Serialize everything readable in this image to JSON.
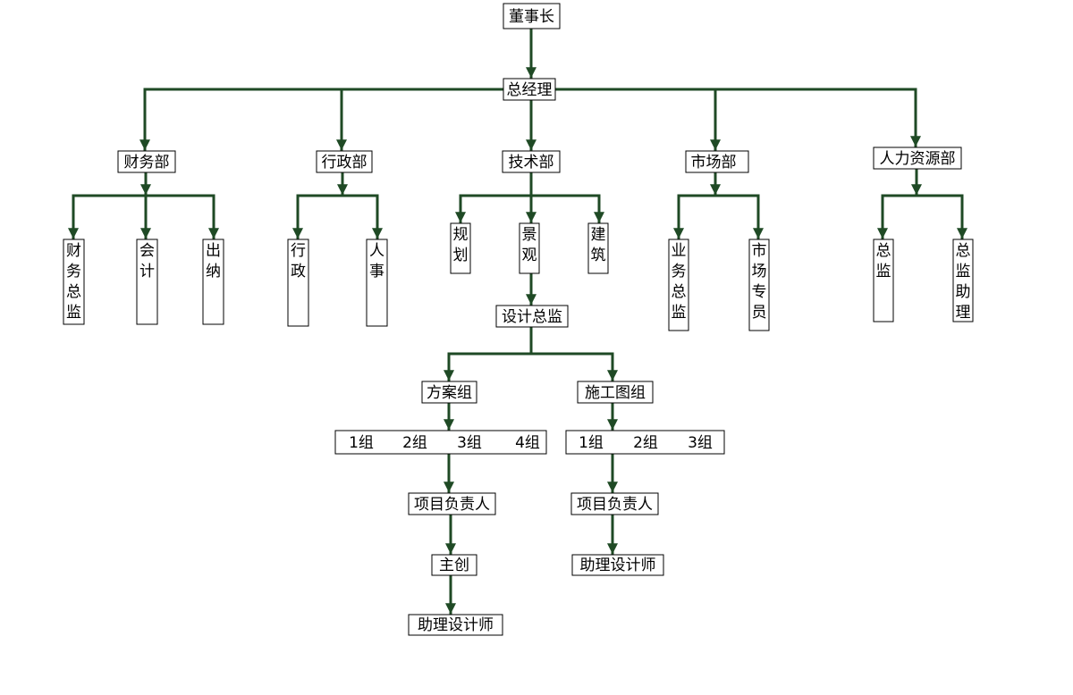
{
  "colors": {
    "connector": "#1f4a25",
    "box_border": "#000000",
    "background": "#ffffff"
  },
  "nodes": {
    "chairman": "董事长",
    "gm": "总经理",
    "finance": "财务部",
    "admin": "行政部",
    "tech": "技术部",
    "market": "市场部",
    "hr": "人力资源部",
    "fin_dir": "财务总监",
    "accountant": "会计",
    "cashier": "出纳",
    "admin_staff": "行政",
    "personnel": "人事",
    "planning": "规划",
    "landscape": "景观",
    "architecture": "建筑",
    "biz_dir": "业务总监",
    "market_spec": "市场专员",
    "hr_dir": "总监",
    "hr_asst": "总监助理",
    "design_dir": "设计总监",
    "scheme_group": "方案组",
    "construction_group": "施工图组",
    "scheme_teams": [
      "1组",
      "2组",
      "3组",
      "4组"
    ],
    "construction_teams": [
      "1组",
      "2组",
      "3组"
    ],
    "scheme_pm": "项目负责人",
    "construction_pm": "项目负责人",
    "lead_designer": "主创",
    "scheme_asst": "助理设计师",
    "construction_asst": "助理设计师"
  }
}
